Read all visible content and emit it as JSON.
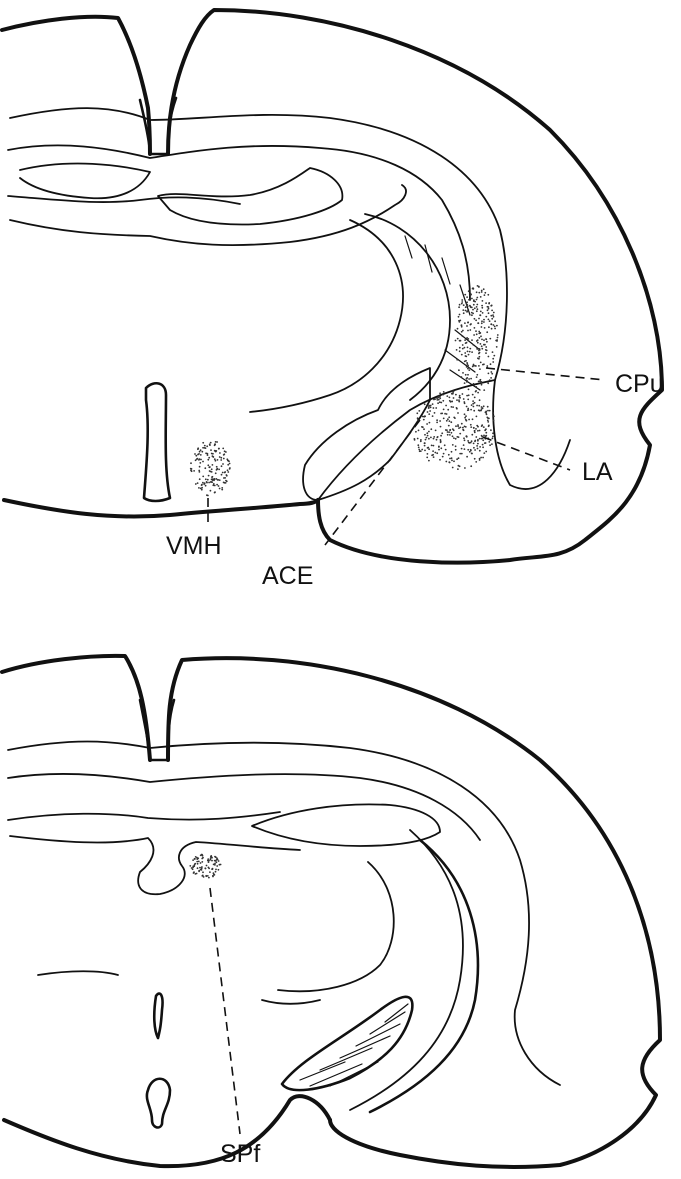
{
  "figure": {
    "panels": [
      {
        "id": "top",
        "labels": {
          "cpu": "CPu",
          "la": "LA",
          "vmh": "VMH",
          "ace": "ACE"
        }
      },
      {
        "id": "bottom",
        "labels": {
          "spf": "SPf"
        }
      }
    ],
    "colors": {
      "line": "#111111",
      "background": "#ffffff"
    }
  }
}
